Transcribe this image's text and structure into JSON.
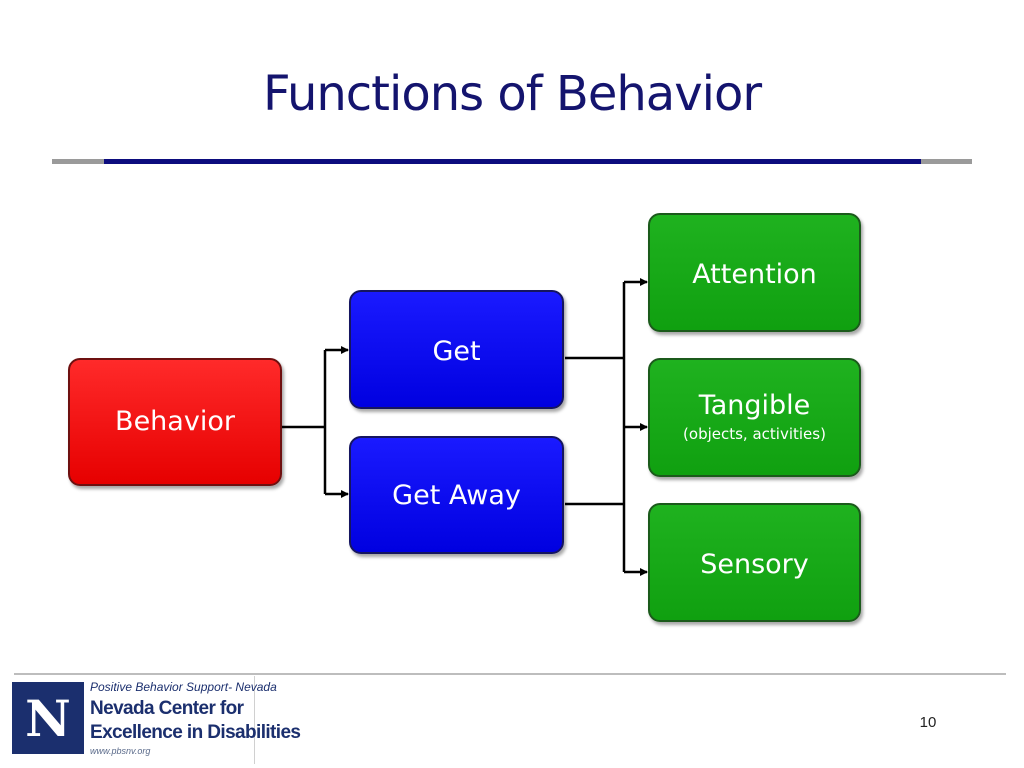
{
  "slide": {
    "title": "Functions of Behavior",
    "page_number": "10"
  },
  "diagram": {
    "root": "Behavior",
    "branches": [
      "Get",
      "Get Away"
    ],
    "functions": [
      {
        "label": "Attention",
        "sub": ""
      },
      {
        "label": "Tangible",
        "sub": "(objects, activities)"
      },
      {
        "label": "Sensory",
        "sub": ""
      }
    ],
    "colors": {
      "root": "#ff0000",
      "branch": "#0000ff",
      "function": "#1aa81a",
      "title": "#14146e",
      "rule": "#0c0c7e"
    }
  },
  "logo": {
    "mark": "N",
    "line1": "Positive Behavior Support- Nevada",
    "line2": "Nevada Center for",
    "line3": "Excellence in Disabilities",
    "line4": "www.pbsnv.org"
  }
}
